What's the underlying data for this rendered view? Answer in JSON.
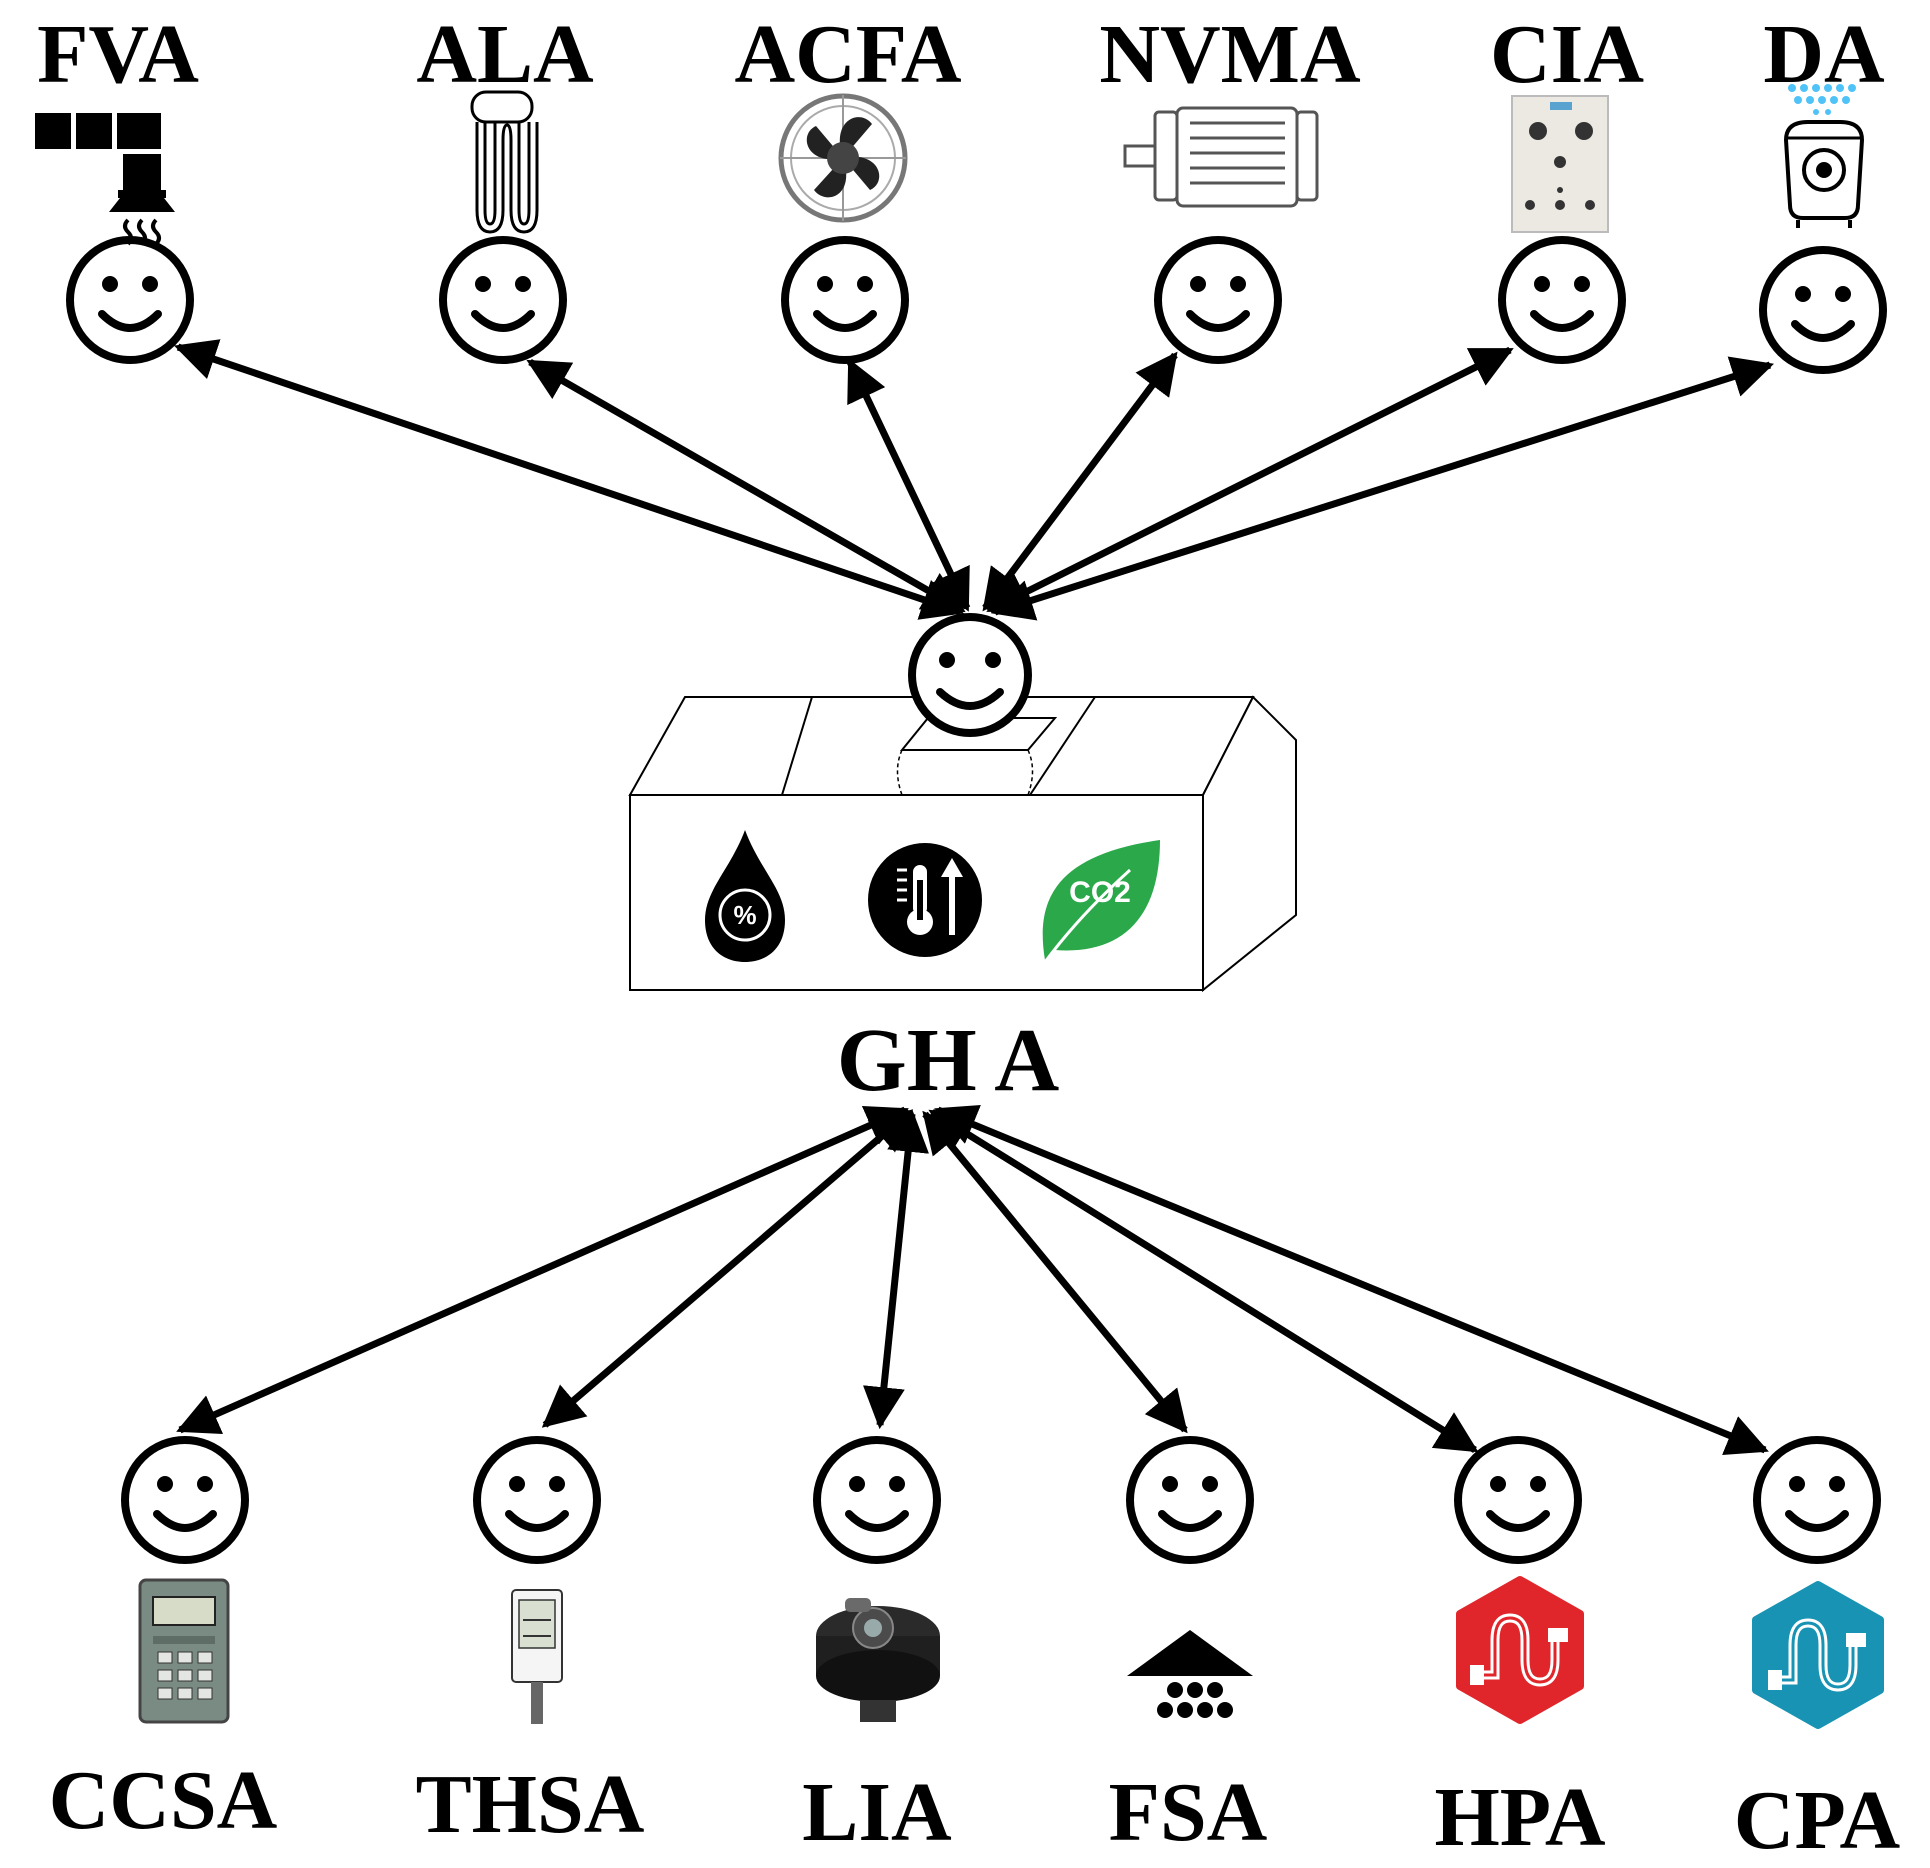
{
  "center": {
    "label": "GH A"
  },
  "top_agents": [
    {
      "label": "FVA",
      "icon": "ventilation-hood-icon"
    },
    {
      "label": "ALA",
      "icon": "light-bulb-icon"
    },
    {
      "label": "ACFA",
      "icon": "axial-fan-icon"
    },
    {
      "label": "NVMA",
      "icon": "motor-icon"
    },
    {
      "label": "CIA",
      "icon": "control-panel-icon"
    },
    {
      "label": "DA",
      "icon": "dehumidifier-icon"
    }
  ],
  "bottom_agents": [
    {
      "label": "CCSA",
      "icon": "co2-meter-icon"
    },
    {
      "label": "THSA",
      "icon": "thermo-hygrometer-icon"
    },
    {
      "label": "LIA",
      "icon": "light-sensor-icon"
    },
    {
      "label": "FSA",
      "icon": "fire-sprinkler-icon"
    },
    {
      "label": "HPA",
      "icon": "hot-pipe-icon",
      "color": "#e0262b"
    },
    {
      "label": "CPA",
      "icon": "cold-pipe-icon",
      "color": "#1893b3"
    }
  ],
  "greenhouse_icons": [
    {
      "icon": "humidity-drop-icon",
      "text": "%"
    },
    {
      "icon": "temperature-rise-icon"
    },
    {
      "icon": "co2-leaf-icon",
      "text": "CO2",
      "color": "#2aa84a"
    }
  ]
}
